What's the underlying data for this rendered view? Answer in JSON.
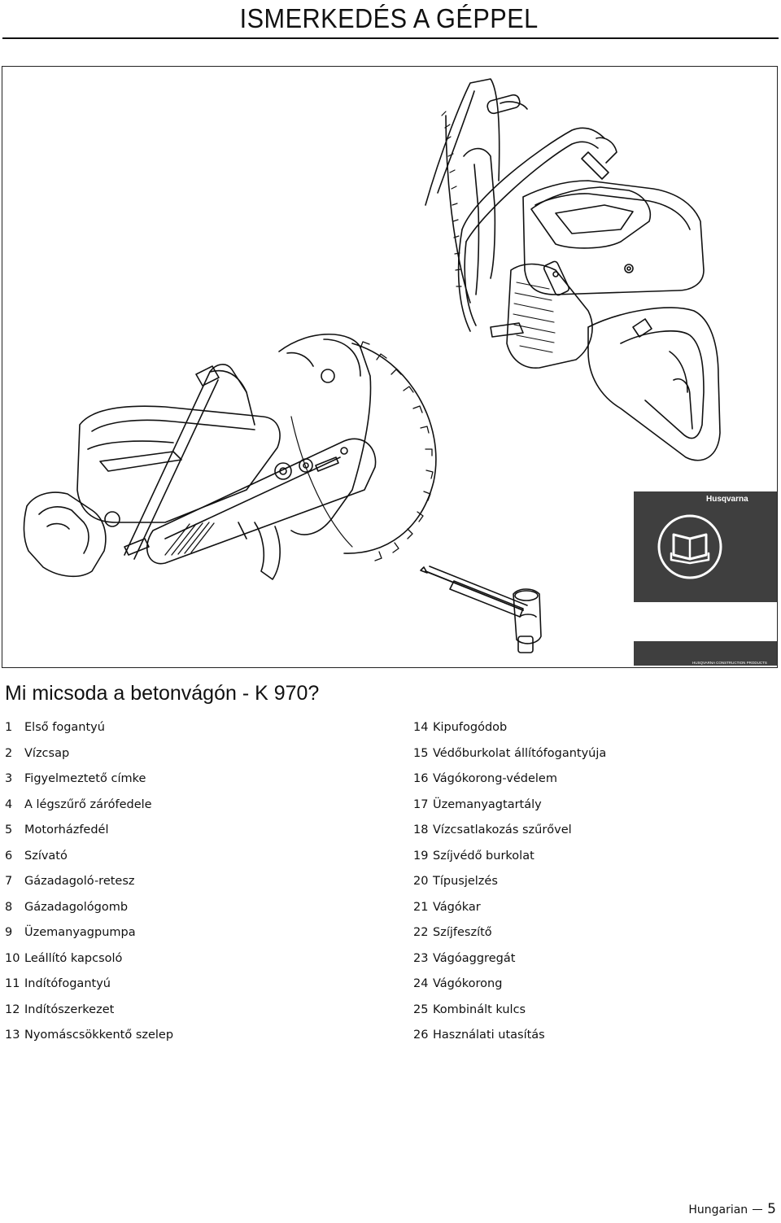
{
  "header": {
    "title": "ISMERKEDÉS A GÉPPEL"
  },
  "figure": {
    "manual_brand": "Husqvarna",
    "manual_footer": "HUSQVARNA CONSTRUCTION PRODUCTS"
  },
  "section": {
    "heading": "Mi micsoda a betonvágón - K 970?"
  },
  "parts_left": [
    {
      "num": "1",
      "label": "Első fogantyú"
    },
    {
      "num": "2",
      "label": "Vízcsap"
    },
    {
      "num": "3",
      "label": "Figyelmeztető címke"
    },
    {
      "num": "4",
      "label": "A légszűrő zárófedele"
    },
    {
      "num": "5",
      "label": "Motorházfedél"
    },
    {
      "num": "6",
      "label": "Szívató"
    },
    {
      "num": "7",
      "label": "Gázadagoló-retesz"
    },
    {
      "num": "8",
      "label": "Gázadagológomb"
    },
    {
      "num": "9",
      "label": "Üzemanyagpumpa"
    },
    {
      "num": "10",
      "label": "Leállító kapcsoló"
    },
    {
      "num": "11",
      "label": "Indítófogantyú"
    },
    {
      "num": "12",
      "label": "Indítószerkezet"
    },
    {
      "num": "13",
      "label": "Nyomáscsökkentő szelep"
    }
  ],
  "parts_right": [
    {
      "num": "14",
      "label": "Kipufogódob"
    },
    {
      "num": "15",
      "label": "Védőburkolat állítófogantyúja"
    },
    {
      "num": "16",
      "label": "Vágókorong-védelem"
    },
    {
      "num": "17",
      "label": "Üzemanyagtartály"
    },
    {
      "num": "18",
      "label": "Vízcsatlakozás szűrővel"
    },
    {
      "num": "19",
      "label": "Szíjvédő burkolat"
    },
    {
      "num": "20",
      "label": "Típusjelzés"
    },
    {
      "num": "21",
      "label": "Vágókar"
    },
    {
      "num": "22",
      "label": "Szíjfeszítő"
    },
    {
      "num": "23",
      "label": "Vágóaggregát"
    },
    {
      "num": "24",
      "label": "Vágókorong"
    },
    {
      "num": "25",
      "label": "Kombinált kulcs"
    },
    {
      "num": "26",
      "label": "Használati utasítás"
    }
  ],
  "footer": {
    "language": "Hungarian",
    "page_number": "5"
  }
}
